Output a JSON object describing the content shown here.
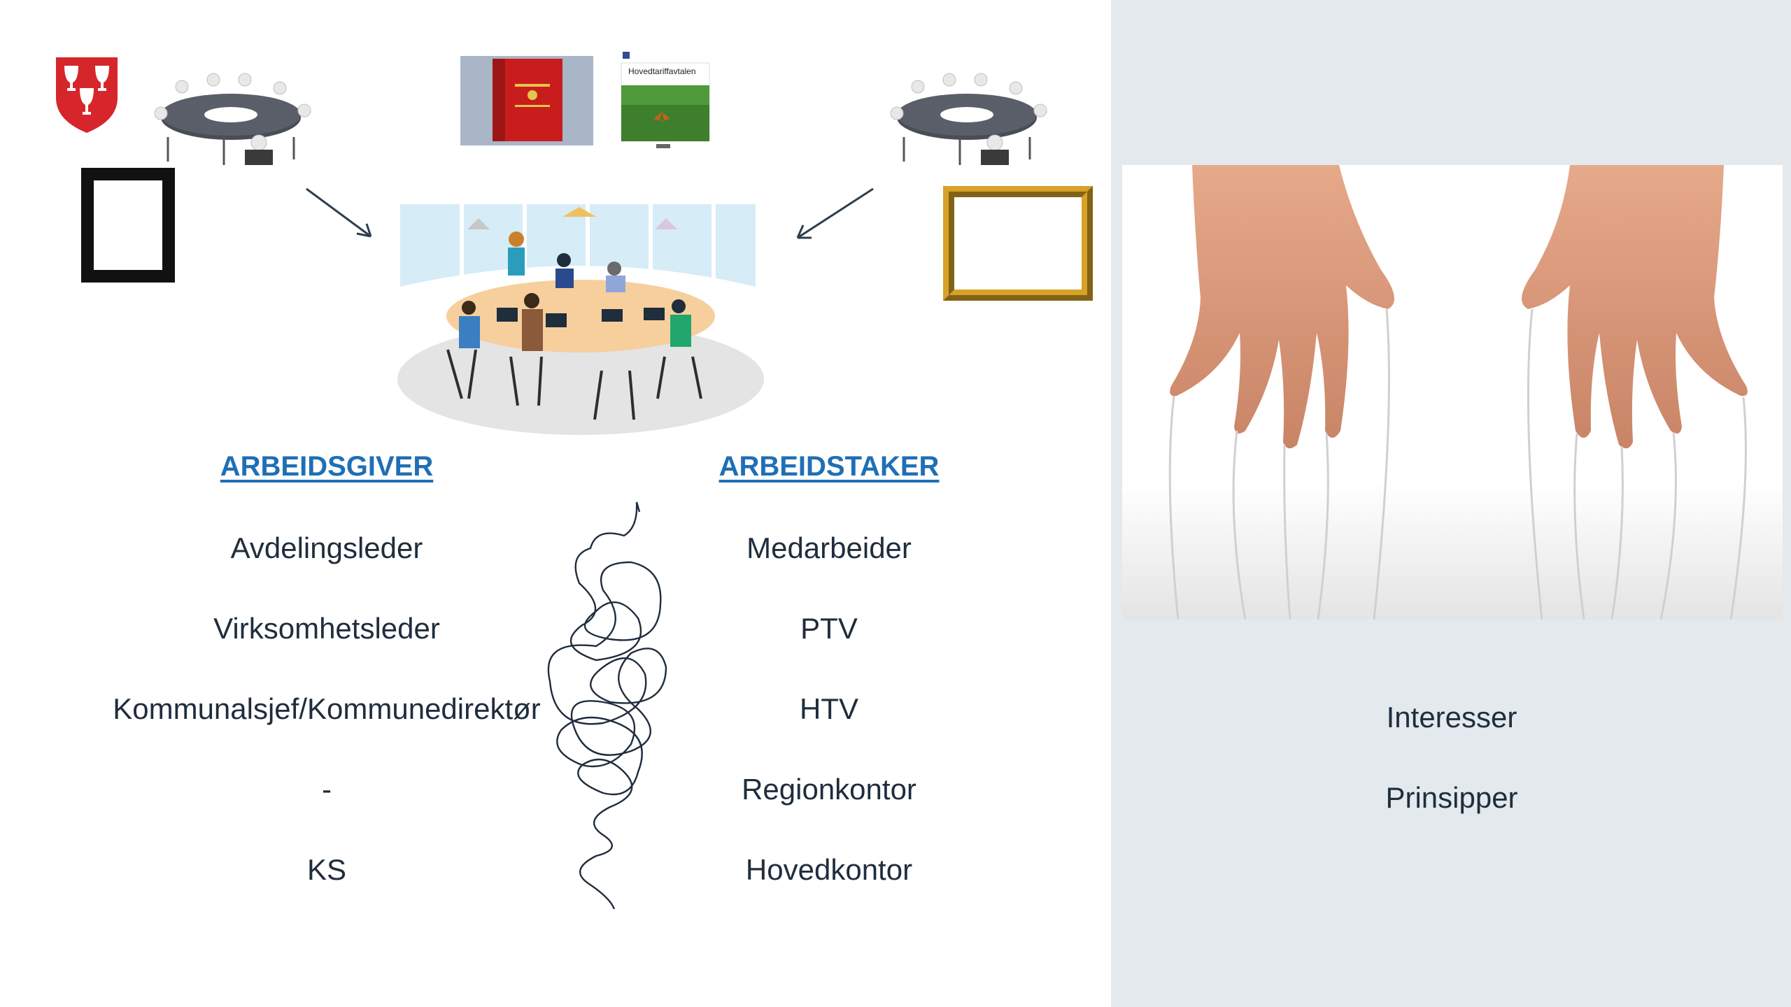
{
  "columns": {
    "employer": {
      "header": "ARBEIDSGIVER",
      "items": [
        "Avdelingsleder",
        "Virksomhetsleder",
        "Kommunalsjef/Kommunedirektør",
        "-",
        "KS"
      ]
    },
    "employee": {
      "header": "ARBEIDSTAKER",
      "items": [
        "Medarbeider",
        "PTV",
        "HTV",
        "Regionkontor",
        "Hovedkontor"
      ]
    }
  },
  "right_panel": {
    "items": [
      "Interesser",
      "Prinsipper"
    ]
  },
  "images": {
    "book_title": "Hovedtariffavtalen"
  },
  "colors": {
    "header_blue": "#1f6fb5",
    "text_dark": "#1f2d3d",
    "panel_bg": "#e3e9ec",
    "shield_red": "#d7252c"
  },
  "icons": [
    "coat-of-arms-icon",
    "conference-table-icon",
    "law-book-icon",
    "agreement-book-icon",
    "meeting-illustration",
    "black-frame-icon",
    "gold-frame-icon",
    "arrow-icon",
    "tangled-line-icon",
    "puppet-hands-image"
  ]
}
